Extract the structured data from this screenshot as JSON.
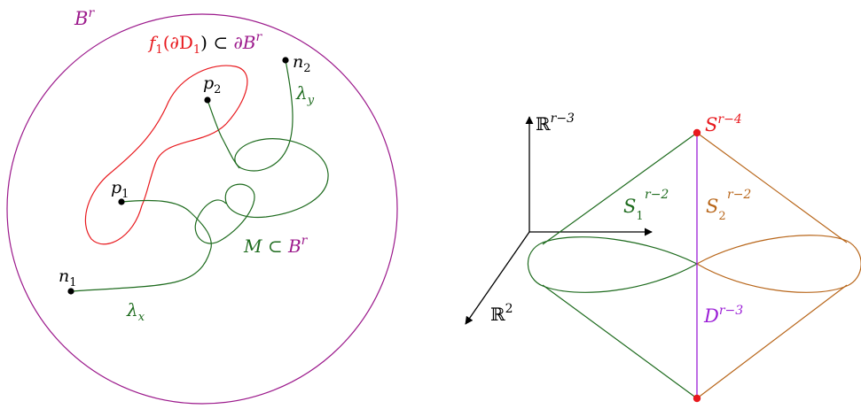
{
  "colors": {
    "ball": "#9c1a8c",
    "red": "#e8191e",
    "green": "#1e6b1e",
    "orange": "#b8661a",
    "purple": "#9b1fd6",
    "black": "#000000"
  },
  "left_diagram": {
    "ball_label": {
      "main": "B",
      "sup": "r"
    },
    "boundary_label": {
      "part1": "f",
      "sub1": "1",
      "part2": "(∂D",
      "sub2": "1",
      "part3": ") ⊂ ",
      "part4": "∂B",
      "sup4": "r"
    },
    "points": [
      {
        "id": "p2",
        "main": "p",
        "sub": "2"
      },
      {
        "id": "p1",
        "main": "p",
        "sub": "1"
      },
      {
        "id": "n2",
        "main": "n",
        "sub": "2"
      },
      {
        "id": "n1",
        "main": "n",
        "sub": "1"
      }
    ],
    "lambda_y": {
      "main": "λ",
      "sub": "y"
    },
    "lambda_x": {
      "main": "λ",
      "sub": "x"
    },
    "manifold_label": {
      "part1": "M ⊂ ",
      "part2": "B",
      "sup": "r"
    }
  },
  "right_diagram": {
    "axis_up": {
      "main": "ℝ",
      "sup": "r−3"
    },
    "axis_diag": {
      "main": "ℝ",
      "sup": "2"
    },
    "top_point": {
      "main": "S",
      "sup": "r−4"
    },
    "s1": {
      "main": "S",
      "sub": "1",
      "sup": "r−2"
    },
    "s2": {
      "main": "S",
      "sub": "2",
      "sup": "r−2"
    },
    "disk": {
      "main": "D",
      "sup": "r−3"
    }
  }
}
